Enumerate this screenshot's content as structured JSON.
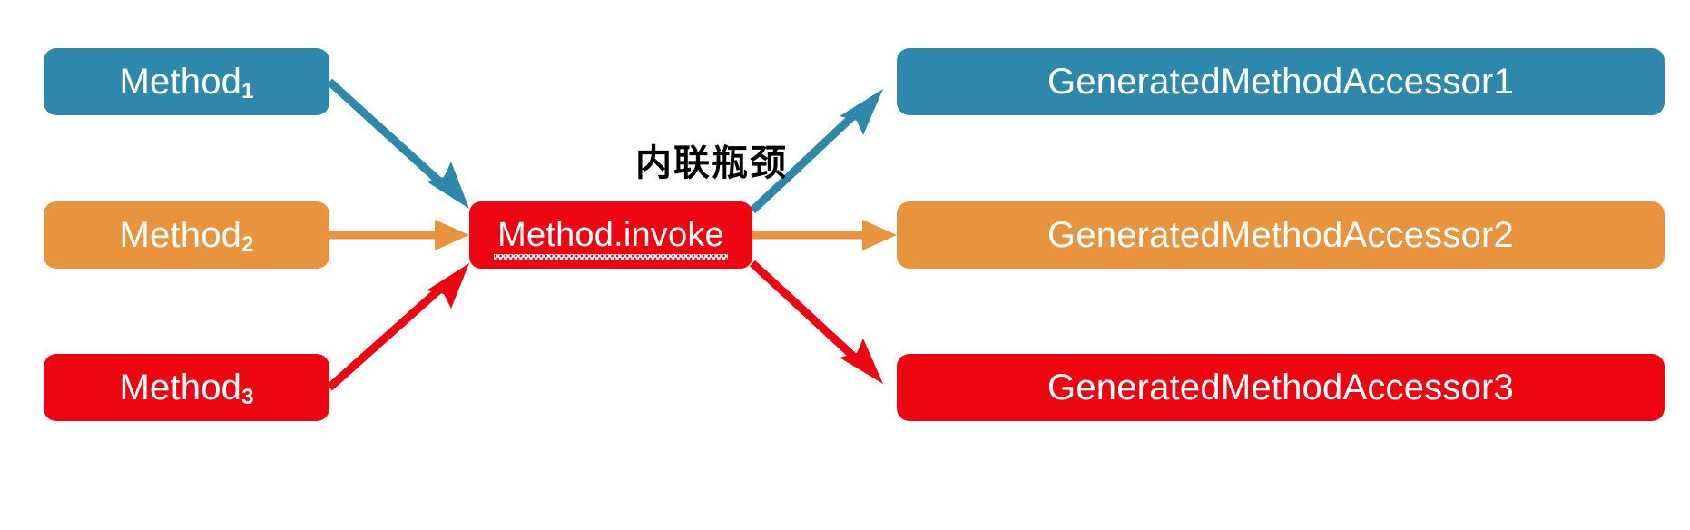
{
  "diagram": {
    "type": "flow-diagram",
    "title_caption": "内联瓶颈",
    "background_color": "#ffffff",
    "colors": {
      "blue": "#2e88ab",
      "orange": "#e8933e",
      "red": "#ec0612",
      "text_on_node": "#ffffff",
      "caption": "#000000"
    },
    "left_nodes": [
      {
        "id": "method1",
        "label_main": "Method",
        "label_sub": "1",
        "color": "#2e88ab"
      },
      {
        "id": "method2",
        "label_main": "Method",
        "label_sub": "2",
        "color": "#e8933e"
      },
      {
        "id": "method3",
        "label_main": "Method",
        "label_sub": "3",
        "color": "#ec0612"
      }
    ],
    "center_node": {
      "id": "invoke",
      "label": "Method.invoke",
      "color": "#ec0612",
      "underline_style": "wavy"
    },
    "right_nodes": [
      {
        "id": "accessor1",
        "label": "GeneratedMethodAccessor1",
        "color": "#2e88ab"
      },
      {
        "id": "accessor2",
        "label": "GeneratedMethodAccessor2",
        "color": "#e8933e"
      },
      {
        "id": "accessor3",
        "label": "GeneratedMethodAccessor3",
        "color": "#ec0612"
      }
    ],
    "edges": [
      {
        "from": "method1",
        "to": "invoke",
        "color": "#2e88ab",
        "style": "diagonal-down"
      },
      {
        "from": "method2",
        "to": "invoke",
        "color": "#e8933e",
        "style": "straight"
      },
      {
        "from": "method3",
        "to": "invoke",
        "color": "#ec0612",
        "style": "diagonal-up"
      },
      {
        "from": "invoke",
        "to": "accessor1",
        "color": "#2e88ab",
        "style": "diagonal-up"
      },
      {
        "from": "invoke",
        "to": "accessor2",
        "color": "#e8933e",
        "style": "straight"
      },
      {
        "from": "invoke",
        "to": "accessor3",
        "color": "#ec0612",
        "style": "diagonal-down"
      }
    ]
  }
}
